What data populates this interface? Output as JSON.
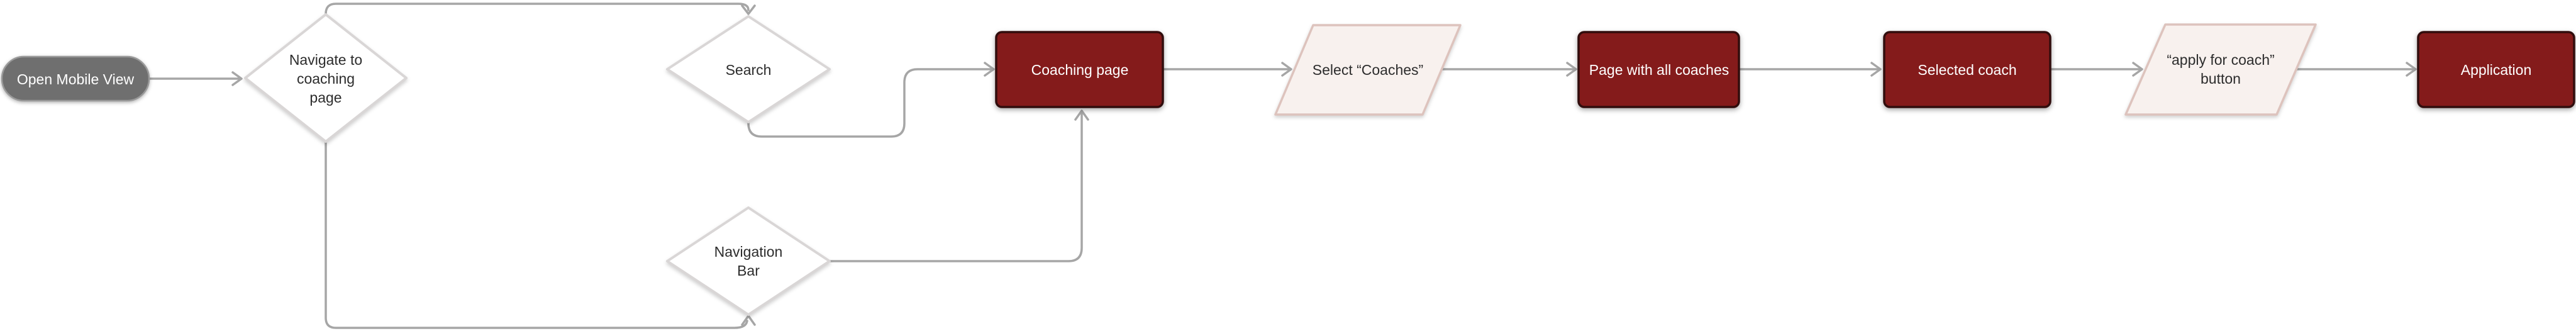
{
  "diagram": {
    "background": "#ffffff",
    "connector_color": "#a6a6a6",
    "default_text_color": "#2d2d2d"
  },
  "nodes": {
    "open_mobile_view": {
      "type": "terminator",
      "label": "Open Mobile View",
      "fill": "#6f6f6f",
      "border": "#9a9a9a",
      "text_color": "#ffffff"
    },
    "navigate_to_coaching_page": {
      "type": "decision",
      "lines": [
        "Navigate to",
        "coaching",
        "page"
      ],
      "fill": "#ffffff",
      "border": "#d9d6d6"
    },
    "search": {
      "type": "decision",
      "label": "Search",
      "fill": "#ffffff",
      "border": "#d9d6d6"
    },
    "navigation_bar": {
      "type": "decision",
      "lines": [
        "Navigation",
        "Bar"
      ],
      "fill": "#ffffff",
      "border": "#d9d6d6"
    },
    "coaching_page": {
      "type": "process",
      "label": "Coaching page",
      "fill": "#841b1b",
      "border": "#310d0d",
      "text_color": "#ffffff"
    },
    "select_coaches": {
      "type": "input-output",
      "label": "Select “Coaches”",
      "fill": "#f8f1ee",
      "border": "#ddc3bd"
    },
    "page_with_all_coaches": {
      "type": "process",
      "label": "Page with all coaches",
      "fill": "#841b1b",
      "border": "#310d0d",
      "text_color": "#ffffff"
    },
    "selected_coach": {
      "type": "process",
      "label": "Selected coach",
      "fill": "#841b1b",
      "border": "#310d0d",
      "text_color": "#ffffff"
    },
    "apply_for_coach_button": {
      "type": "input-output",
      "lines": [
        "“apply for coach”",
        "button"
      ],
      "fill": "#f8f1ee",
      "border": "#ddc3bd"
    },
    "application": {
      "type": "process",
      "label": "Application",
      "fill": "#841b1b",
      "border": "#310d0d",
      "text_color": "#ffffff"
    }
  },
  "edges": [
    {
      "from": "open_mobile_view",
      "to": "navigate_to_coaching_page"
    },
    {
      "from": "navigate_to_coaching_page",
      "to": "search"
    },
    {
      "from": "navigate_to_coaching_page",
      "to": "navigation_bar"
    },
    {
      "from": "search",
      "to": "coaching_page"
    },
    {
      "from": "navigation_bar",
      "to": "coaching_page"
    },
    {
      "from": "coaching_page",
      "to": "select_coaches"
    },
    {
      "from": "select_coaches",
      "to": "page_with_all_coaches"
    },
    {
      "from": "page_with_all_coaches",
      "to": "selected_coach"
    },
    {
      "from": "selected_coach",
      "to": "apply_for_coach_button"
    },
    {
      "from": "apply_for_coach_button",
      "to": "application"
    }
  ]
}
